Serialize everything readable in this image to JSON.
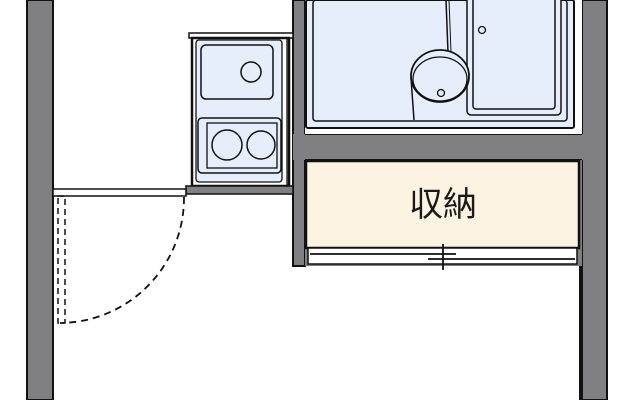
{
  "floorplan": {
    "rooms": {
      "storage": {
        "label": "収納"
      }
    },
    "colors": {
      "wall": "#808083",
      "outline": "#111111",
      "wet_area": "#e6eefb",
      "storage": "#fdf3e2",
      "floor": "#ffffff"
    },
    "fixtures": [
      {
        "name": "kitchen-sink"
      },
      {
        "name": "two-burner-stove"
      },
      {
        "name": "bathtub"
      },
      {
        "name": "toilet"
      },
      {
        "name": "entry-door"
      },
      {
        "name": "storage-sliding-door"
      }
    ]
  }
}
